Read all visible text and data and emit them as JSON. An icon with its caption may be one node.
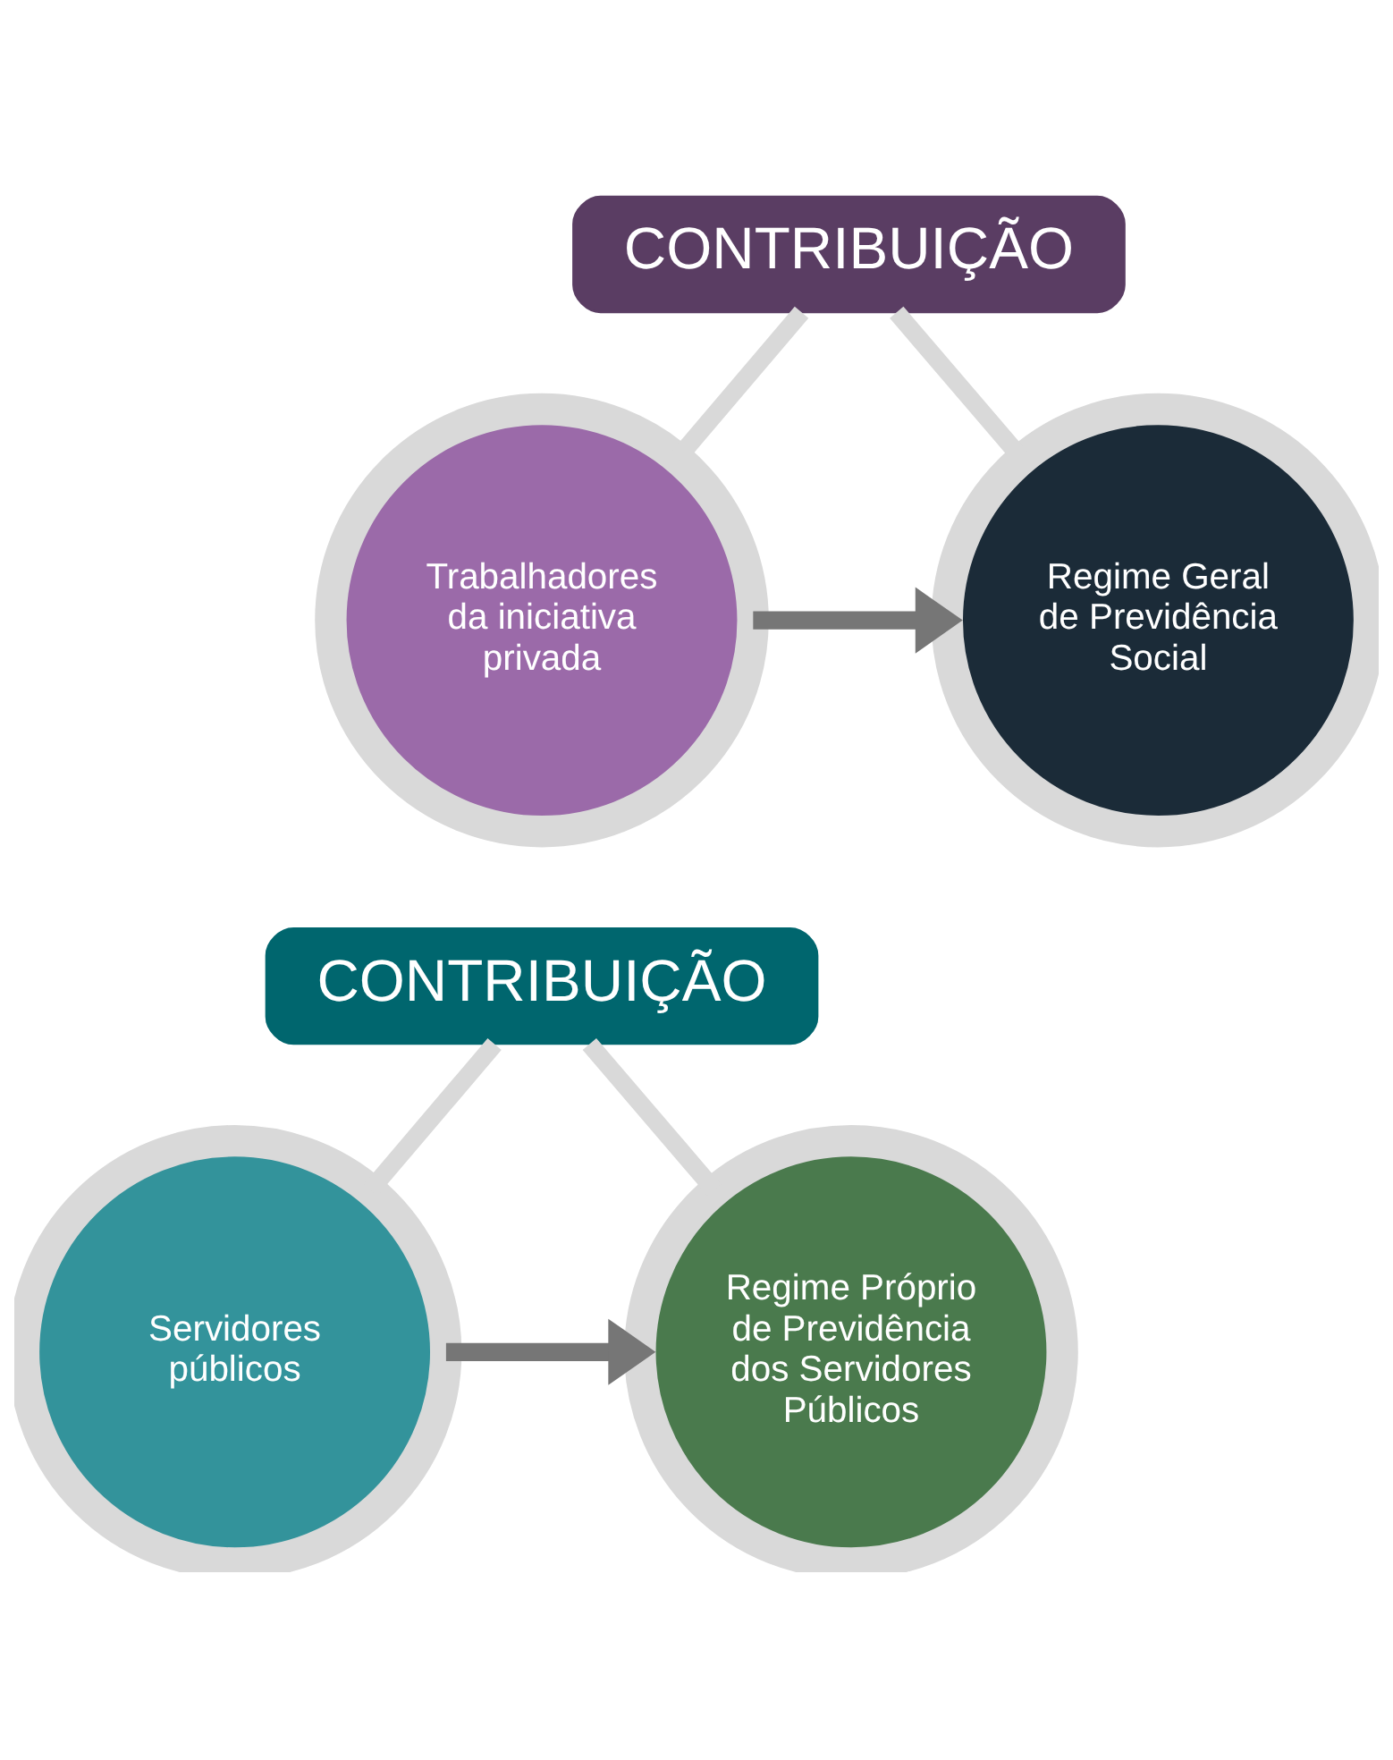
{
  "diagram": {
    "nodes": [
      {
        "text": [
          "CONTRIBUIÇÃO"
        ]
      },
      {
        "text": [
          "Trabalhadores da iniciativa privada"
        ]
      },
      {
        "text": [
          "Regime Geral de Previdência Social"
        ]
      },
      {
        "text": [
          "CONTRIBUIÇÃO"
        ]
      },
      {
        "text": [
          "Servidores públicos"
        ]
      },
      {
        "text": [
          "Regime Próprio de Previdência dos Servidores Públicos"
        ]
      }
    ],
    "edges": [
      {
        "from": 0,
        "to": 1,
        "arrow": "none"
      },
      {
        "from": 0,
        "to": 2,
        "arrow": "none"
      },
      {
        "from": 1,
        "to": 2,
        "arrow": "to",
        "color": "#767676"
      },
      {
        "from": 3,
        "to": 4,
        "arrow": "none"
      },
      {
        "from": 3,
        "to": 5,
        "arrow": "none"
      },
      {
        "from": 4,
        "to": 5,
        "arrow": "to",
        "color": "#767676"
      }
    ]
  }
}
